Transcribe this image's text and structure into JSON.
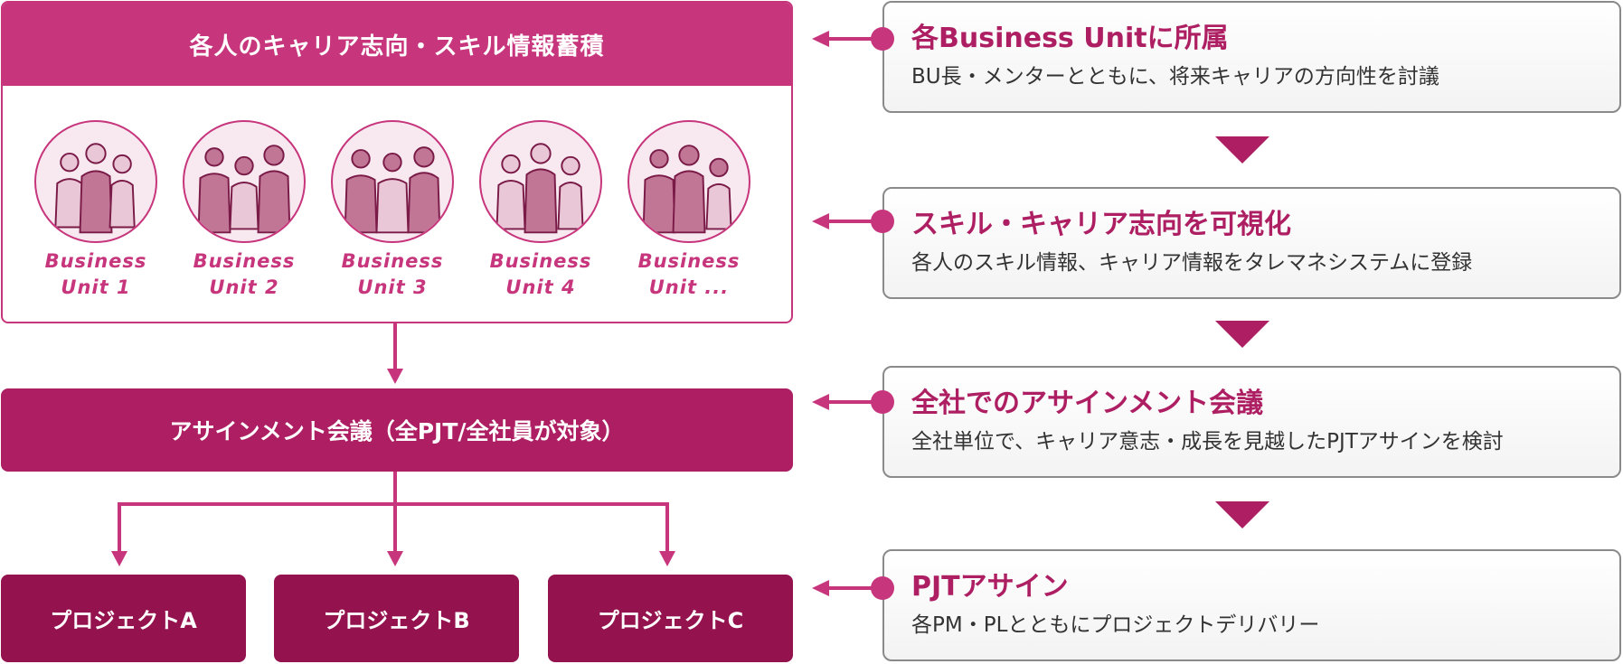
{
  "unit_panel": {
    "title": "各人のキャリア志向・スキル情報蓄積",
    "units": [
      {
        "label_line1": "Business",
        "label_line2": "Unit 1"
      },
      {
        "label_line1": "Business",
        "label_line2": "Unit 2"
      },
      {
        "label_line1": "Business",
        "label_line2": "Unit 3"
      },
      {
        "label_line1": "Business",
        "label_line2": "Unit 4"
      },
      {
        "label_line1": "Business",
        "label_line2": "Unit ..."
      }
    ]
  },
  "assignment_meeting": {
    "label": "アサインメント会議（全PJT/全社員が対象）"
  },
  "projects": [
    {
      "label": "プロジェクトA"
    },
    {
      "label": "プロジェクトB"
    },
    {
      "label": "プロジェクトC"
    }
  ],
  "steps": [
    {
      "title": "各Business Unitに所属",
      "description": "BU長・メンターとともに、将来キャリアの方向性を討議"
    },
    {
      "title": "スキル・キャリア志向を可視化",
      "description": "各人のスキル情報、キャリア情報をタレマネシステムに登録"
    },
    {
      "title": "全社でのアサインメント会議",
      "description": "全社単位で、キャリア意志・成長を見越したPJTアサインを検討"
    },
    {
      "title": "PJTアサイン",
      "description": "各PM・PLとともにプロジェクトデリバリー"
    }
  ],
  "colors": {
    "accent": "#c7357c",
    "accent_dark": "#ad1f62",
    "accent_darker": "#94124e",
    "step_border": "#8a8a8a"
  },
  "icons": {
    "people_group": "people-group-icon",
    "connector_dot": "connector-dot-icon",
    "arrow_left": "arrow-left-icon",
    "arrow_down": "arrow-down-icon",
    "triangle_down": "triangle-down-icon"
  }
}
